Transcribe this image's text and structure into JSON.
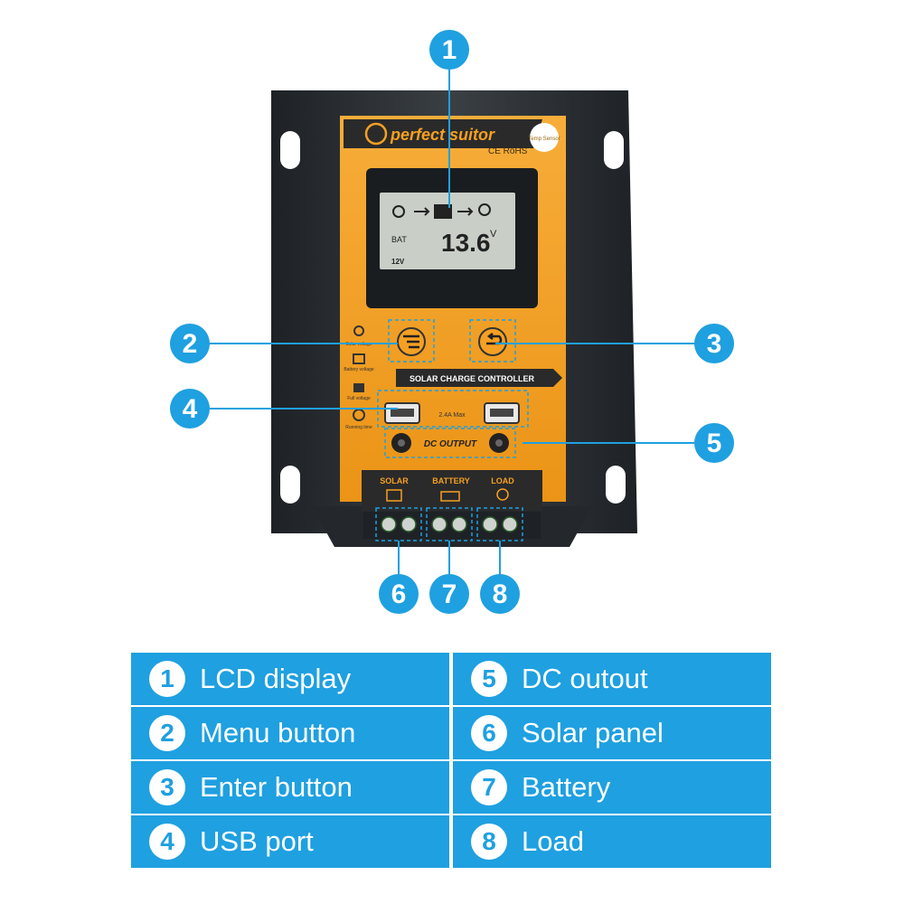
{
  "device": {
    "brand": "perfect suitor",
    "marks": "CE RoHS",
    "temp_sensor": "Temp Sensor",
    "model_label": "SOLAR CHARGE CONTROLLER",
    "lcd": {
      "bat_label": "BAT",
      "reading": "13.6",
      "unit": "V",
      "system_voltage": "12V"
    },
    "usb_rating": "2.4A Max",
    "dc_output_label": "DC OUTPUT",
    "terminal_labels": [
      "SOLAR",
      "BATTERY",
      "LOAD"
    ],
    "side_icon_labels": [
      "Solar voltage",
      "Battery voltage",
      "Full voltage",
      "Running time"
    ]
  },
  "callouts": [
    "1",
    "2",
    "3",
    "4",
    "5",
    "6",
    "7",
    "8"
  ],
  "legend": [
    {
      "num": "1",
      "label": "LCD display"
    },
    {
      "num": "5",
      "label": "DC outout"
    },
    {
      "num": "2",
      "label": "Menu button"
    },
    {
      "num": "6",
      "label": "Solar panel"
    },
    {
      "num": "3",
      "label": "Enter button"
    },
    {
      "num": "7",
      "label": "Battery"
    },
    {
      "num": "4",
      "label": "USB port"
    },
    {
      "num": "8",
      "label": "Load"
    }
  ],
  "colors": {
    "accent": "#1fa0e0",
    "panel": "#f5a023",
    "housing": "#2b2f33",
    "lcd": "#c9cfc7"
  }
}
